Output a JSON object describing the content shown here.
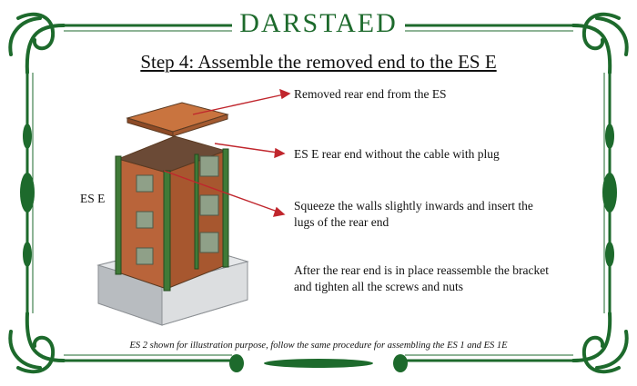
{
  "logo_text": "DARSTAED",
  "title": "Step 4: Assemble the removed end to the ES E",
  "unit_label": "ES E",
  "callouts": [
    "Removed rear end from the ES",
    "ES E rear end without the cable with plug",
    "Squeeze the walls slightly inwards and insert the lugs of the rear end",
    "After the rear end is in place reassemble the bracket and tighten all the screws and nuts"
  ],
  "caption": "ES 2 shown for illustration purpose, follow the same procedure for assembling the ES 1 and ES 1E",
  "colors": {
    "frame_green": "#1d6a2c",
    "arrow_red": "#c0262d",
    "panel_copper": "#b9643a",
    "post_green": "#3f7a37",
    "base_grey": "#c9cccf"
  }
}
